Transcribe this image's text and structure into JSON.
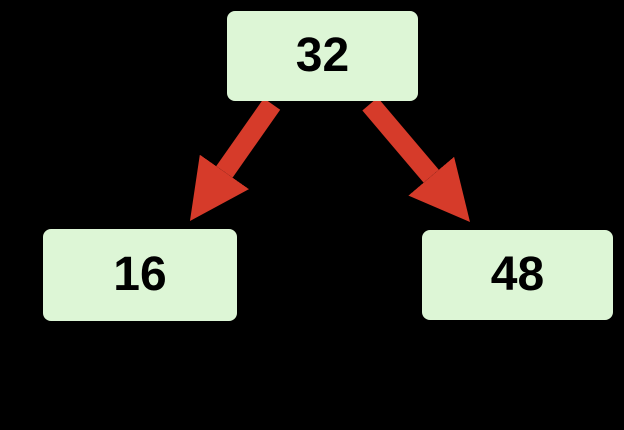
{
  "diagram": {
    "type": "binary-tree",
    "background_color": "#000000",
    "node_fill_color": "#ddf6d6",
    "node_text_color": "#000000",
    "arrow_color": "#d63b2a",
    "nodes": [
      {
        "id": "root",
        "label": "32"
      },
      {
        "id": "left-child",
        "label": "16"
      },
      {
        "id": "right-child",
        "label": "48"
      }
    ],
    "edges": [
      {
        "from": "32",
        "to": "16",
        "direction": "down-left"
      },
      {
        "from": "32",
        "to": "48",
        "direction": "down-right"
      }
    ]
  }
}
